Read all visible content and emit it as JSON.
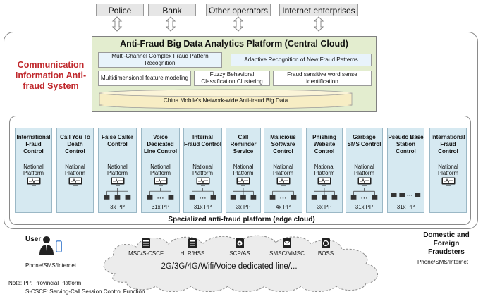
{
  "top_entities": [
    "Police",
    "Bank",
    "Other operators",
    "Internet enterprises"
  ],
  "system_title": "Communication Information Anti-fraud System",
  "central": {
    "title": "Anti-Fraud Big Data Analytics Platform (Central Cloud)",
    "box1": "Multi-Channel Complex Fraud Pattern Recognition",
    "box2": "Adaptive Recognition of New Fraud Patterns",
    "box3": "Multidimensional feature modeling",
    "box4": "Fuzzy Behavioral Classification Clustering",
    "box5": "Fraud sensitive word sense identification",
    "database": "China Mobile's Network-wide Anti-fraud Big Data"
  },
  "edge_title": "Specialized anti-fraud platform (edge cloud)",
  "platform_label": "National Platform",
  "cards": [
    {
      "name": "International Fraud Control",
      "pp": ""
    },
    {
      "name": "Call You To Death Control",
      "pp": ""
    },
    {
      "name": "False Caller Control",
      "pp": "3x PP"
    },
    {
      "name": "Voice Dedicated Line Control",
      "pp": "31x PP"
    },
    {
      "name": "Internal Fraud Control",
      "pp": "31x PP"
    },
    {
      "name": "Call Reminder Service",
      "pp": "3x PP"
    },
    {
      "name": "Malicious Software Control",
      "pp": "4x PP"
    },
    {
      "name": "Phishing Website Control",
      "pp": "3x PP"
    },
    {
      "name": "Garbage SMS Control",
      "pp": "31x PP"
    },
    {
      "name": "Pseudo Base Station Control",
      "pp": "31x PP"
    },
    {
      "name": "International Fraud Control",
      "pp": ""
    }
  ],
  "network_nodes": [
    "MSC/S-CSCF",
    "HLR/HSS",
    "SCP/AS",
    "SMSC/MMSC",
    "BOSS"
  ],
  "network_label": "2G/3G/4G/Wifi/Voice dedicated line/...",
  "user": {
    "label": "User",
    "sub": "Phone/SMS/Internet"
  },
  "fraudsters": {
    "label": "Domestic and Foreign Fraudsters",
    "sub": "Phone/SMS/Internet"
  },
  "notes": [
    "Note: PP: Provincial Platform",
    "S-CSCF: Serving-Call Session Control Function"
  ],
  "colors": {
    "accent_red": "#c0282c",
    "central_bg": "#e3edcf",
    "card_bg": "#d6e9f1",
    "db_fill": "#f7edc4"
  }
}
